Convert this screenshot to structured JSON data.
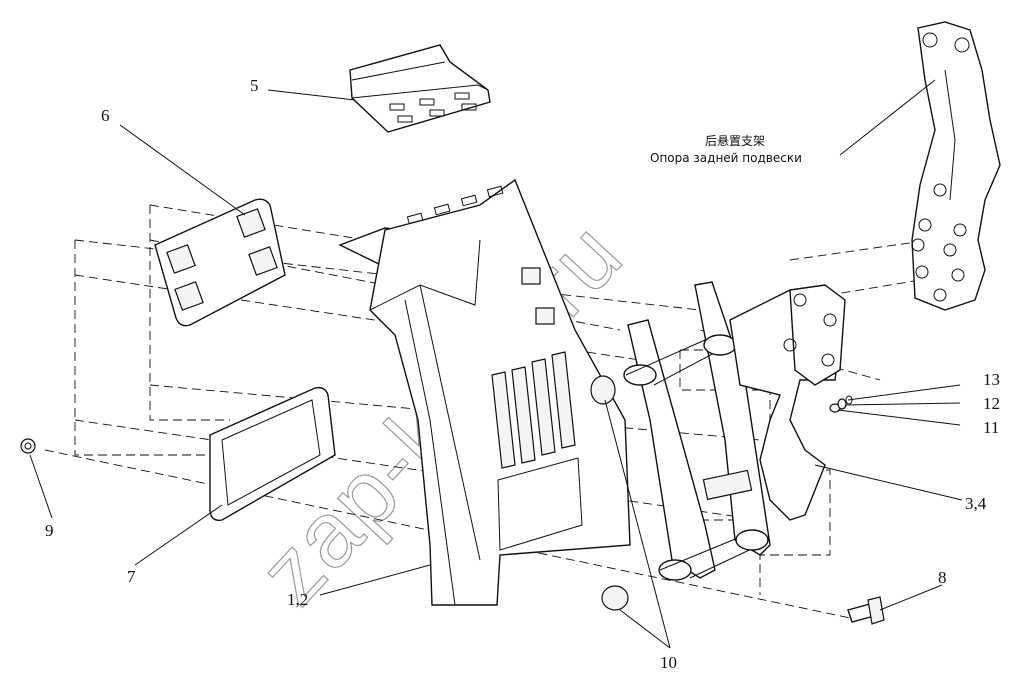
{
  "callouts": {
    "c1": "1,2",
    "c3": "3,4",
    "c5": "5",
    "c6": "6",
    "c7": "7",
    "c8": "8",
    "c9": "9",
    "c10": "10",
    "c11": "11",
    "c12": "12",
    "c13": "13"
  },
  "caption": {
    "zh": "后悬置支架",
    "ru": "Опора задней подвески"
  },
  "watermark": "zap-kam.ru"
}
